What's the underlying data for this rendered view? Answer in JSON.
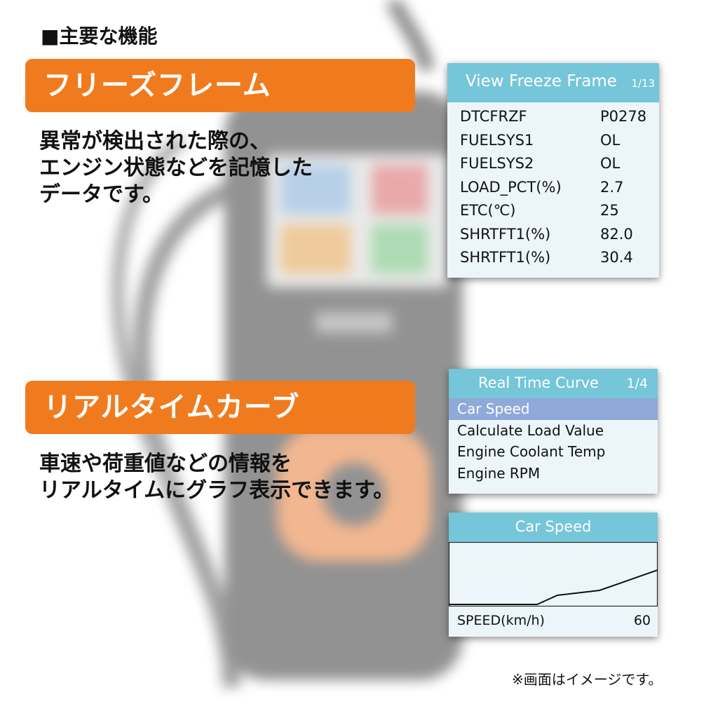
{
  "heading": "■主要な機能",
  "sections": [
    {
      "banner": "フリーズフレーム",
      "description": [
        "異常が検出された際の、",
        "エンジン状態などを記憶した",
        "データです。"
      ]
    },
    {
      "banner": "リアルタイムカーブ",
      "description": [
        "車速や荷重値などの情報を",
        "リアルタイムにグラフ表示できます。"
      ]
    }
  ],
  "freeze_frame_screen": {
    "title": "View Freeze Frame",
    "page": "1/13",
    "rows": [
      {
        "key": "DTCFRZF",
        "value": "P0278"
      },
      {
        "key": "FUELSYS1",
        "value": "OL"
      },
      {
        "key": "FUELSYS2",
        "value": "OL"
      },
      {
        "key": "LOAD_PCT(%)",
        "value": "2.7"
      },
      {
        "key": "ETC(℃)",
        "value": "25"
      },
      {
        "key": "SHRTFT1(%)",
        "value": "82.0"
      },
      {
        "key": "SHRTFT1(%)",
        "value": "30.4"
      }
    ]
  },
  "real_time_curve_screen": {
    "title": "Real Time Curve",
    "page": "1/4",
    "items": [
      "Car Speed",
      "Calculate Load Value",
      "Engine Coolant Temp",
      "Engine RPM"
    ],
    "selected_index": 0
  },
  "car_speed_screen": {
    "title": "Car Speed",
    "label": "SPEED(km/h)",
    "value": "60"
  },
  "note": "※画面はイメージです。",
  "colors": {
    "banner": "#f07b1e",
    "screen_header": "#74c6d8",
    "screen_body": "#ecf5fa",
    "selected_row": "#8fa9d8"
  }
}
